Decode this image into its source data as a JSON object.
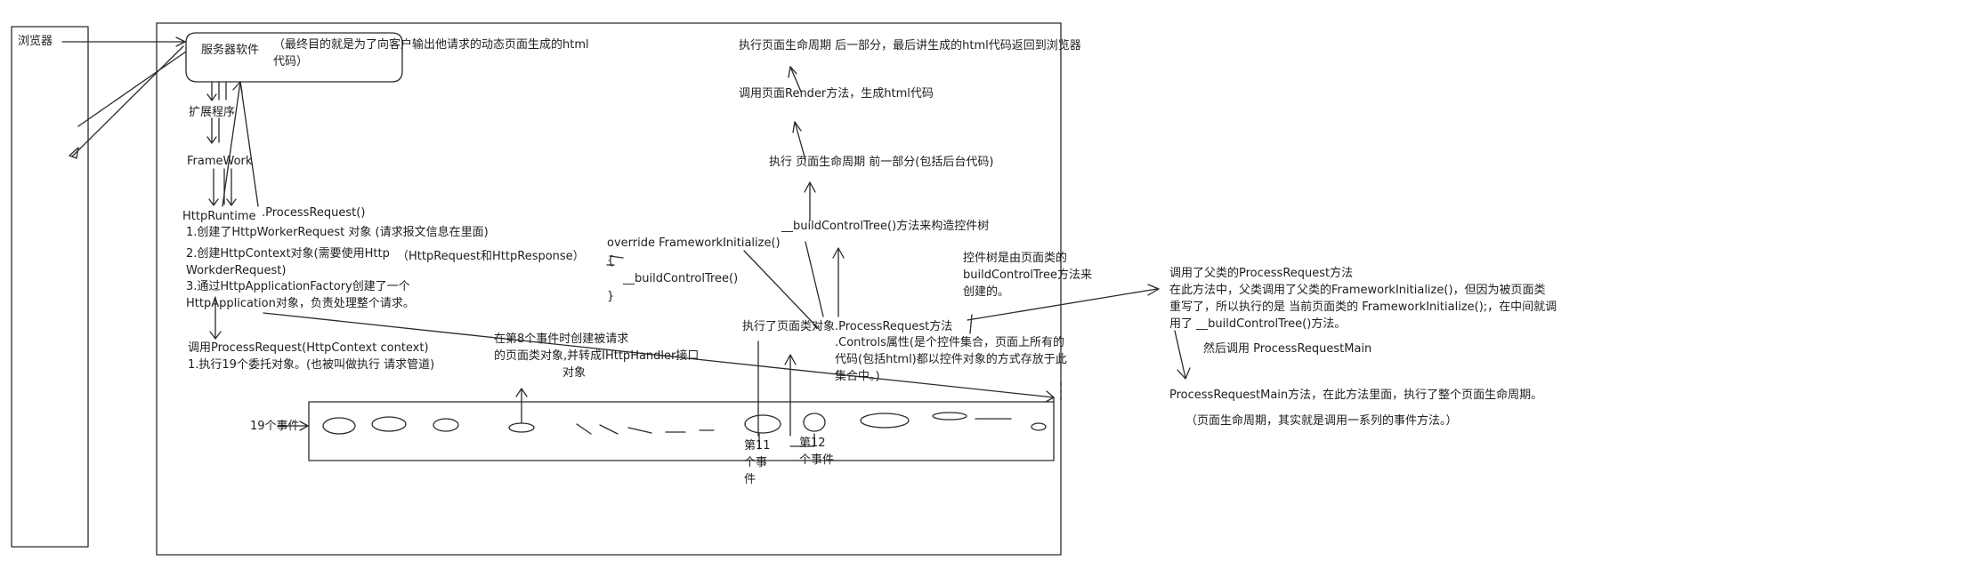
{
  "labels": {
    "browser": "浏览器",
    "server_software": "服务器软件",
    "server_note_line1": "（最终目的就是为了向客户输出他请求的动态页面生成的html",
    "server_note_line2": "代码）",
    "extension": "扩展程序",
    "framework": "FrameWork",
    "httpruntime": "HttpRuntime",
    "process_request_call": ".ProcessRequest()",
    "step1": "1.创建了HttpWorkerRequest 对象 (请求报文信息在里面)",
    "step2_line1": "2.创建HttpContext对象(需要使用Http",
    "step2_note": "（HttpRequest和HttpResponse）",
    "step2_line2": "WorkderRequest)",
    "step3_line1": "3.通过HttpApplicationFactory创建了一个",
    "step3_line2": "HttpApplication对象，负责处理整个请求。",
    "call_pr_line1": "调用ProcessRequest(HttpContext context)",
    "call_pr_line2": "1.执行19个委托对象。(也被叫做执行 请求管道)",
    "events_19": "19个事件",
    "event8_line1": "在第8个事件时创建被请求",
    "event8_line2": "的页面类对象,并转成IHttpHandler接口",
    "event8_line3": "对象",
    "event11_a": "第11",
    "event11_b": "个事",
    "event11_c": "件",
    "event12_a": "第12",
    "event12_b": "个事件",
    "override_line1": "override FrameworkInitialize()",
    "override_brace_open": "{",
    "override_line2": "__buildControlTree()",
    "override_brace_close": "}",
    "exec_page_pr": "执行了页面类对象.ProcessRequest方法",
    "controls_line1": ".Controls属性(是个控件集合，页面上所有的",
    "controls_line2": "代码(包括html)都以控件对象的方式存放于此",
    "controls_line3": "集合中。)",
    "build_tree": "__buildControlTree()方法来构造控件树",
    "tree_note_line1": "控件树是由页面类的",
    "tree_note_line2": "buildControlTree方法来",
    "tree_note_line3": "创建的。",
    "lifecycle_front": "执行 页面生命周期 前一部分(包括后台代码)",
    "render": "调用页面Render方法，生成html代码",
    "lifecycle_back": "执行页面生命周期 后一部分，最后讲生成的html代码返回到浏览器",
    "parent_pr_line1": "调用了父类的ProcessRequest方法",
    "parent_pr_line2": "在此方法中，父类调用了父类的FrameworkInitialize()，但因为被页面类",
    "parent_pr_line3": "重写了，所以执行的是 当前页面类的 FrameworkInitialize();，在中间就调",
    "parent_pr_line4": "用了 __buildControlTree()方法。",
    "then_call_main": "然后调用 ProcessRequestMain",
    "main_desc": "ProcessRequestMain方法，在此方法里面，执行了整个页面生命周期。",
    "lifecycle_note": "（页面生命周期，其实就是调用一系列的事件方法。）"
  },
  "colors": {
    "ink": "#1e1e1e",
    "paper": "#ffffff"
  }
}
